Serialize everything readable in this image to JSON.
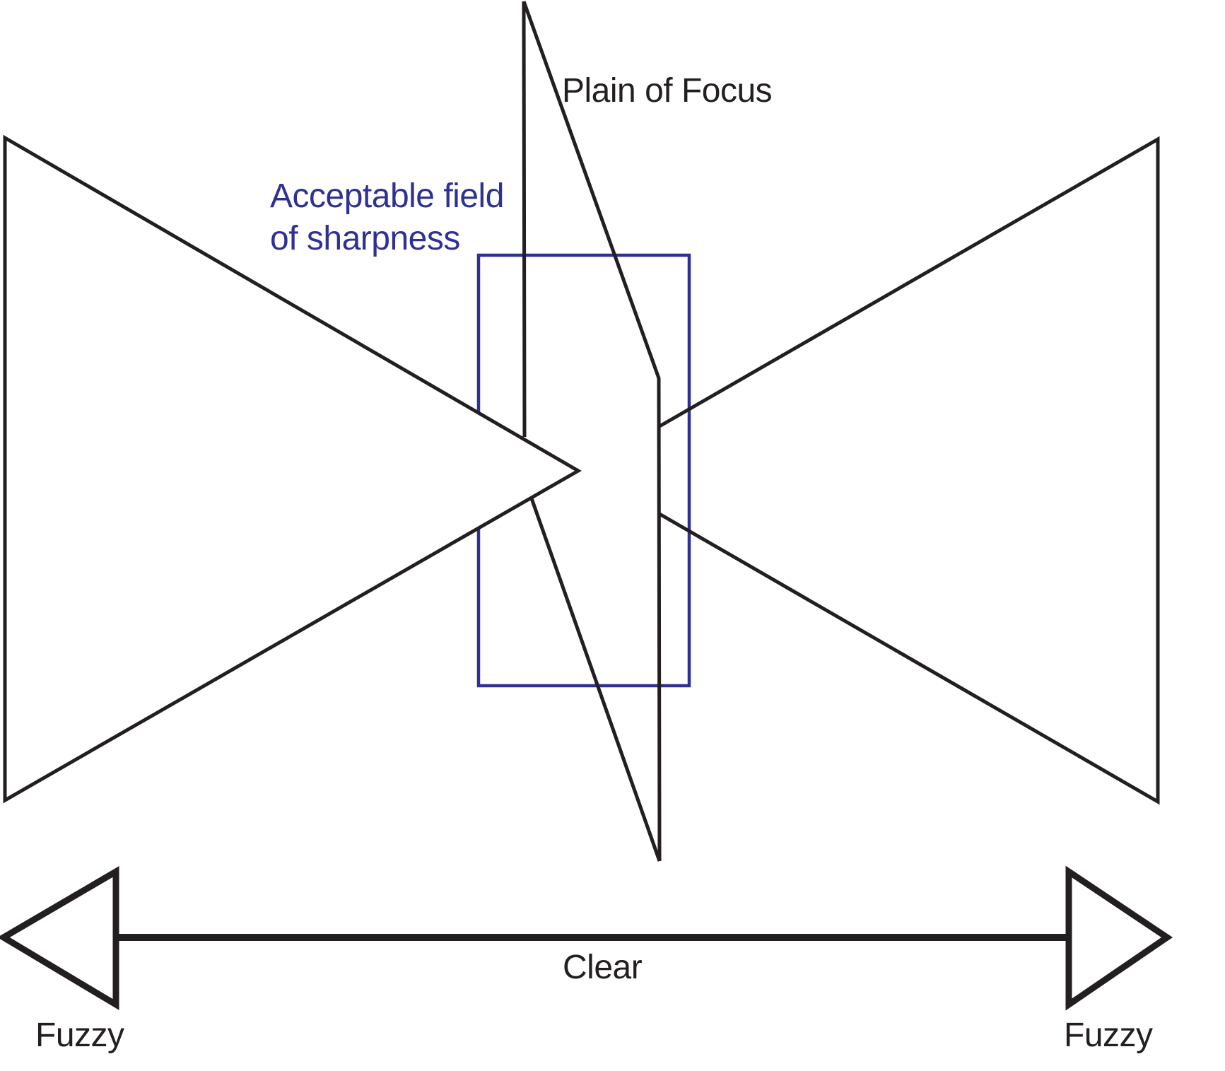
{
  "colors": {
    "line": "#231F20",
    "accent_blue": "#2E3192",
    "background": "#FFFFFF",
    "shape_fill": "#FFFFFF"
  },
  "diagram": {
    "labels": {
      "plane_of_focus": "Plain of Focus",
      "acceptable_field_line1": "Acceptable field",
      "acceptable_field_line2": "of sharpness",
      "clear": "Clear",
      "fuzzy_left": "Fuzzy",
      "fuzzy_right": "Fuzzy"
    }
  }
}
